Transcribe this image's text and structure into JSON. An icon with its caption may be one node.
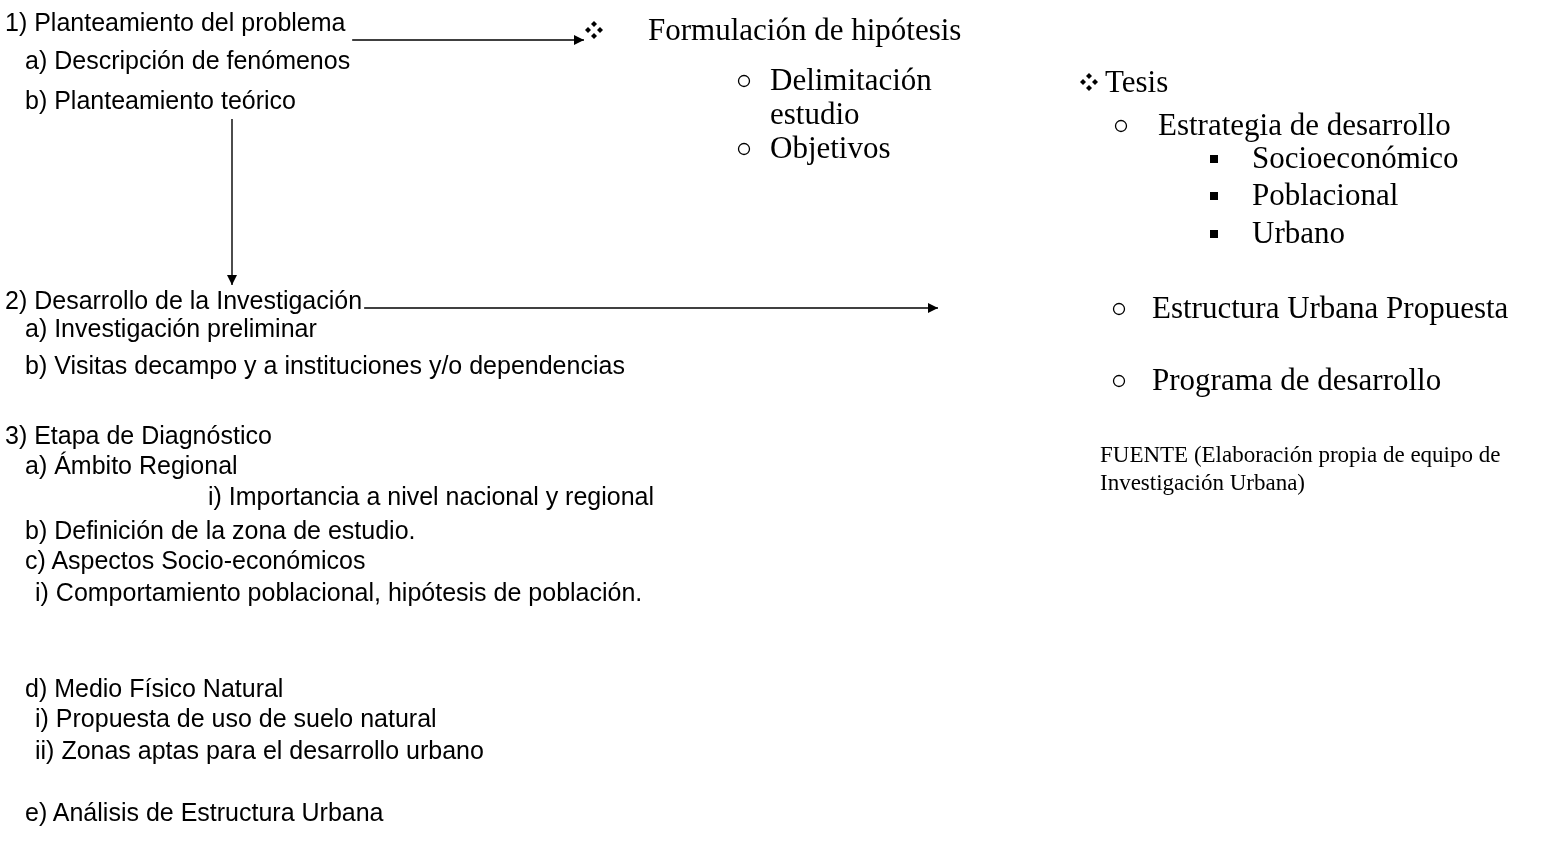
{
  "diagram": {
    "nodes": [
      {
        "text": [
          "1) Planteamiento del problema",
          "a) Descripción de fenómenos",
          "b) Planteamiento teórico"
        ]
      },
      {
        "text": [
          "Formulación de hipótesis",
          "Delimitación estudio",
          "Objetivos"
        ]
      },
      {
        "text": [
          "2) Desarrollo de la Investigación"
        ]
      }
    ],
    "edges": [
      {
        "from": 0,
        "to": 1,
        "arrow": "to"
      },
      {
        "from": 0,
        "to": 2,
        "arrow": "to"
      },
      {
        "from": 2,
        "to": null,
        "arrow": "to"
      }
    ],
    "labels": [
      "a) Investigación preliminar",
      "b) Visitas decampo y a instituciones y/o dependencias",
      "Tesis",
      "Estrategia de desarrollo",
      "Socioeconómico",
      "Poblacional",
      "Urbano",
      "Estructura Urbana Propuesta",
      "Programa de desarrollo",
      "3) Etapa de Diagnóstico",
      "a) Ámbito Regional",
      "i) Importancia a nivel nacional y regional",
      "b) Definición de la zona de estudio.",
      "c) Aspectos Socio-económicos",
      "i) Comportamiento poblacional, hipótesis de población.",
      "d) Medio Físico Natural",
      "i) Propuesta de uso de suelo natural",
      "ii) Zonas aptas para el desarrollo urbano",
      "e) Análisis de Estructura Urbana",
      "FUENTE (Elaboración propia de equipo de Investigación Urbana)"
    ]
  }
}
